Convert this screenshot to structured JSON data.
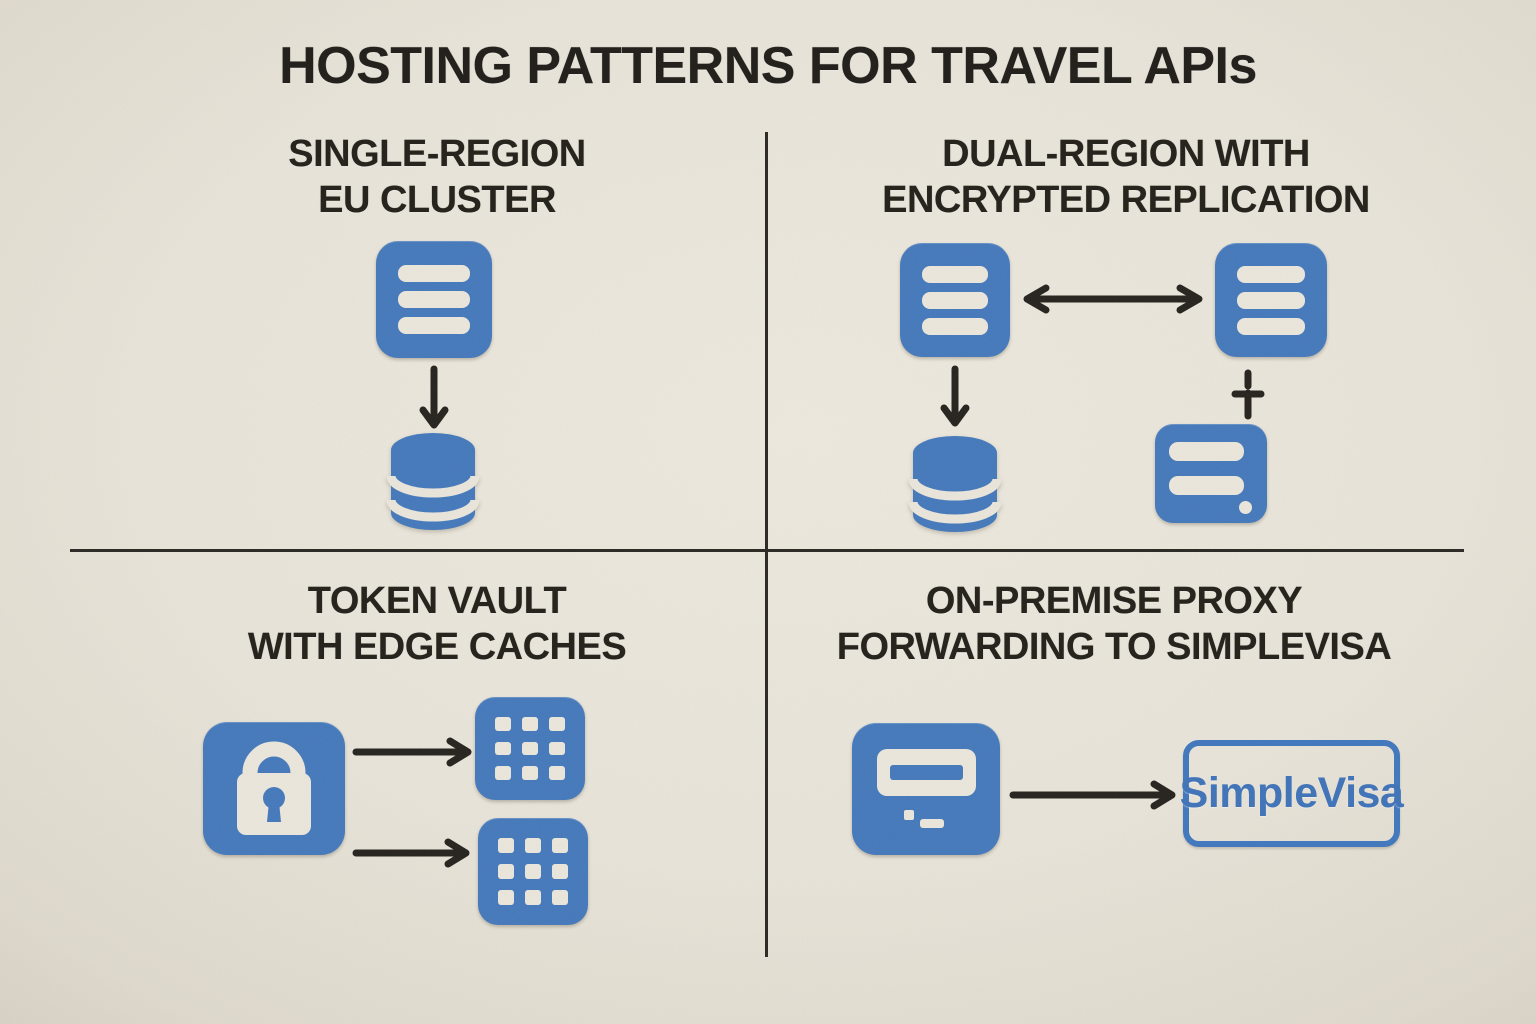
{
  "title": "HOSTING PATTERNS FOR TRAVEL APIs",
  "colors": {
    "background": "#e7e3d8",
    "accent_blue": "#4579bb",
    "ink": "#26231e",
    "service_blue": "#3f73b8"
  },
  "quadrants": {
    "top_left": {
      "heading_line1": "SINGLE-REGION",
      "heading_line2": "EU CLUSTER",
      "icons": [
        "server-icon",
        "arrow-down-icon",
        "database-icon"
      ]
    },
    "top_right": {
      "heading_line1": "DUAL-REGION WITH",
      "heading_line2": "ENCRYPTED REPLICATION",
      "icons": [
        "server-icon",
        "double-arrow-icon",
        "server-icon",
        "arrow-down-icon",
        "database-icon",
        "encrypted-link-icon",
        "storage-box-icon"
      ]
    },
    "bottom_left": {
      "heading_line1": "TOKEN VAULT",
      "heading_line2": "WITH EDGE CACHES",
      "icons": [
        "lock-icon",
        "arrow-right-icon",
        "edge-cache-grid-icon",
        "arrow-right-icon",
        "edge-cache-grid-icon"
      ]
    },
    "bottom_right": {
      "heading_line1": "ON-PREMISE PROXY",
      "heading_line2": "FORWARDING TO SIMPLEVISA",
      "icons": [
        "proxy-terminal-icon",
        "arrow-right-icon",
        "service-box"
      ],
      "service_label": "SimpleVisa"
    }
  }
}
